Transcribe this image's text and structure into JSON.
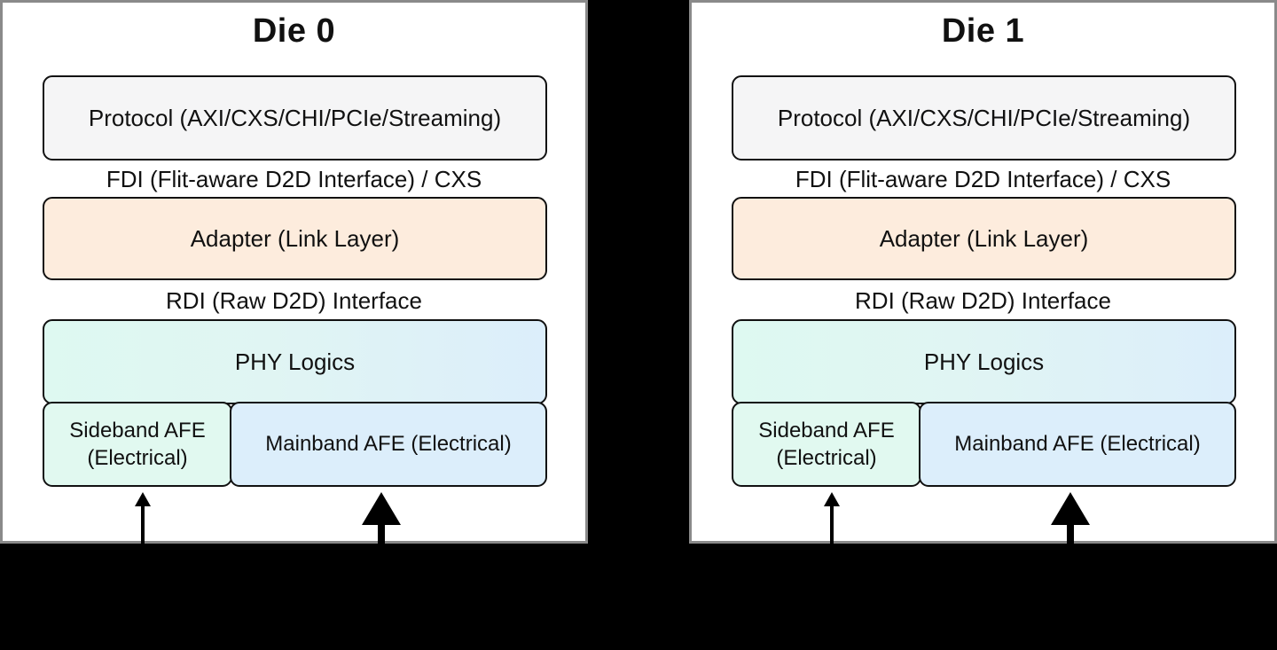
{
  "page": {
    "background_color": "#000000"
  },
  "dies": [
    {
      "title": "Die 0",
      "layers": {
        "protocol": "Protocol (AXI/CXS/CHI/PCIe/Streaming)",
        "fdi": "FDI (Flit-aware D2D Interface) / CXS",
        "adapter": "Adapter (Link Layer)",
        "rdi": "RDI (Raw D2D) Interface",
        "phy": "PHY Logics",
        "sideband_afe": "Sideband AFE (Electrical)",
        "mainband_afe": "Mainband AFE (Electrical)"
      }
    },
    {
      "title": "Die 1",
      "layers": {
        "protocol": "Protocol (AXI/CXS/CHI/PCIe/Streaming)",
        "fdi": "FDI (Flit-aware D2D Interface) / CXS",
        "adapter": "Adapter (Link Layer)",
        "rdi": "RDI (Raw D2D) Interface",
        "phy": "PHY Logics",
        "sideband_afe": "Sideband AFE (Electrical)",
        "mainband_afe": "Mainband AFE (Electrical)"
      }
    }
  ],
  "colors": {
    "panel_background": "#ffffff",
    "panel_border": "#8a8a8a",
    "box_border": "#111111",
    "protocol_fill": "#f5f5f6",
    "adapter_fill": "#fdecdd",
    "phy_gradient_start": "#def9f1",
    "phy_gradient_end": "#dceefb",
    "sideband_fill": "#e1f9f0",
    "mainband_fill": "#dceefb",
    "arrow_color": "#000000",
    "text_color": "#111111"
  }
}
